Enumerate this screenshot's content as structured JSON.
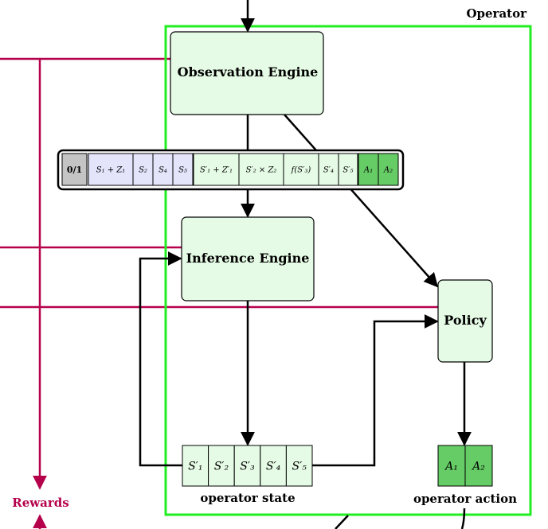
{
  "operator": {
    "label": "Operator",
    "frame_color": "#22ee22"
  },
  "observation_engine": {
    "label": "Observation Engine"
  },
  "inference_engine": {
    "label": "Inference Engine"
  },
  "policy": {
    "label": "Policy"
  },
  "observation_vector": {
    "flag": "0/1",
    "group_a": [
      "S₁ + Z₁",
      "S₂",
      "S₄",
      "S₅"
    ],
    "group_b": [
      "S′₁ + Z′₁",
      "S′₂ × Z₂",
      "f(S′₃)",
      "S′₄",
      "S′₅"
    ],
    "group_c": [
      "A₁",
      "A₂"
    ]
  },
  "operator_state": {
    "label": "operator state",
    "cells": [
      "S′₁",
      "S′₂",
      "S′₃",
      "S′₄",
      "S′₅"
    ]
  },
  "operator_action": {
    "label": "operator action",
    "cells": [
      "A₁",
      "A₂"
    ]
  },
  "rewards": {
    "label": "Rewards",
    "color": "#b5004b"
  },
  "colors": {
    "node_fill": "#e6fbe6",
    "flag_fill": "#c4c4c4",
    "group_a_fill": "#e4e4fb",
    "action_fill": "#66cc66",
    "arrow": "#000000"
  }
}
